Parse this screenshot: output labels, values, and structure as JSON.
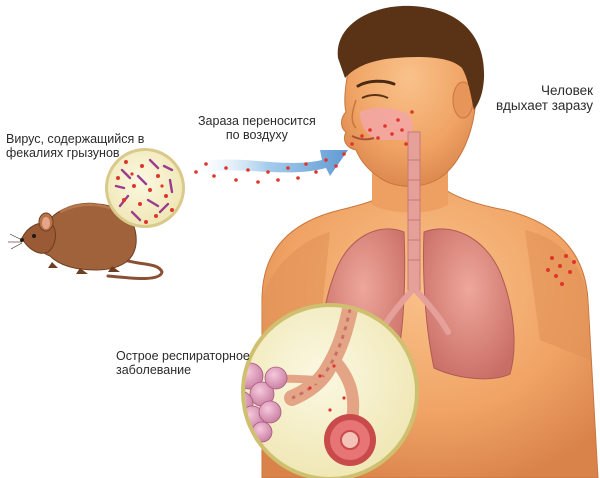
{
  "labels": {
    "virus": [
      "Вирус, содержащийся в",
      "фекалиях грызунов"
    ],
    "air": [
      "Зараза переносится",
      "по воздуху"
    ],
    "human": [
      "Человек",
      "вдыхает заразу"
    ],
    "disease": [
      "Острое респираторное",
      "заболевание"
    ]
  },
  "colors": {
    "skin": "#f0a465",
    "skin_shadow": "#d9834a",
    "hair": "#5a3216",
    "lungs": "#d8877c",
    "airway": "#e5a09a",
    "rat": "#a0623a",
    "virus_dots": "#e0342c",
    "virus_rods": "#9b3d8f",
    "arrow": "#6aa6d8",
    "alveoli": "#e4a3c0",
    "circle_bg": "#f7f2cf"
  }
}
